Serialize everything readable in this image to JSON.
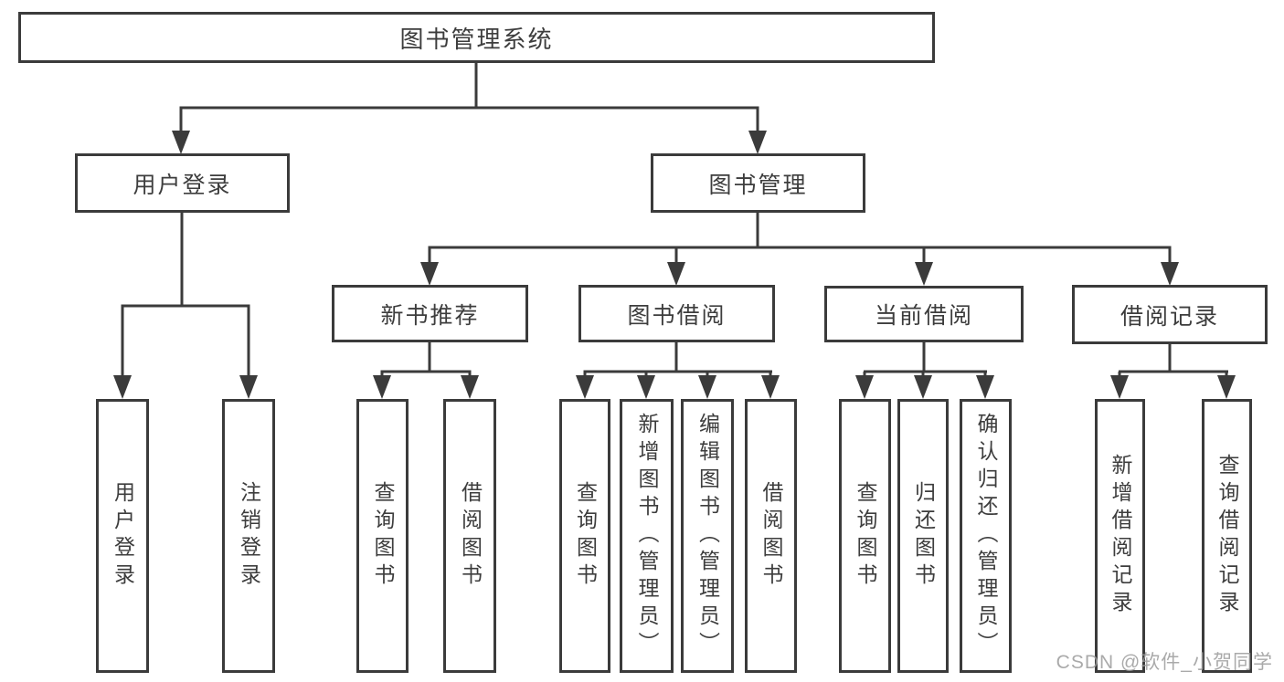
{
  "diagram_type": "hierarchy-tree",
  "colors": {
    "background": "#ffffff",
    "line": "#3b3b3b",
    "box_border": "#3b3b3b",
    "text": "#3d3d3d",
    "watermark": "#9b9b9b"
  },
  "watermark": "CSDN @软件_小贺同学",
  "tree": {
    "label": "图书管理系统",
    "children": [
      {
        "label": "用户登录",
        "children": [
          {
            "label": "用户登录"
          },
          {
            "label": "注销登录"
          }
        ]
      },
      {
        "label": "图书管理",
        "children": [
          {
            "label": "新书推荐",
            "children": [
              {
                "label": "查询图书"
              },
              {
                "label": "借阅图书"
              }
            ]
          },
          {
            "label": "图书借阅",
            "children": [
              {
                "label": "查询图书"
              },
              {
                "label": "新增图书（管理员）"
              },
              {
                "label": "编辑图书（管理员）"
              },
              {
                "label": "借阅图书"
              }
            ]
          },
          {
            "label": "当前借阅",
            "children": [
              {
                "label": "查询图书"
              },
              {
                "label": "归还图书"
              },
              {
                "label": "确认归还（管理员）"
              }
            ]
          },
          {
            "label": "借阅记录",
            "children": [
              {
                "label": "新增借阅记录"
              },
              {
                "label": "查询借阅记录"
              }
            ]
          }
        ]
      }
    ]
  }
}
